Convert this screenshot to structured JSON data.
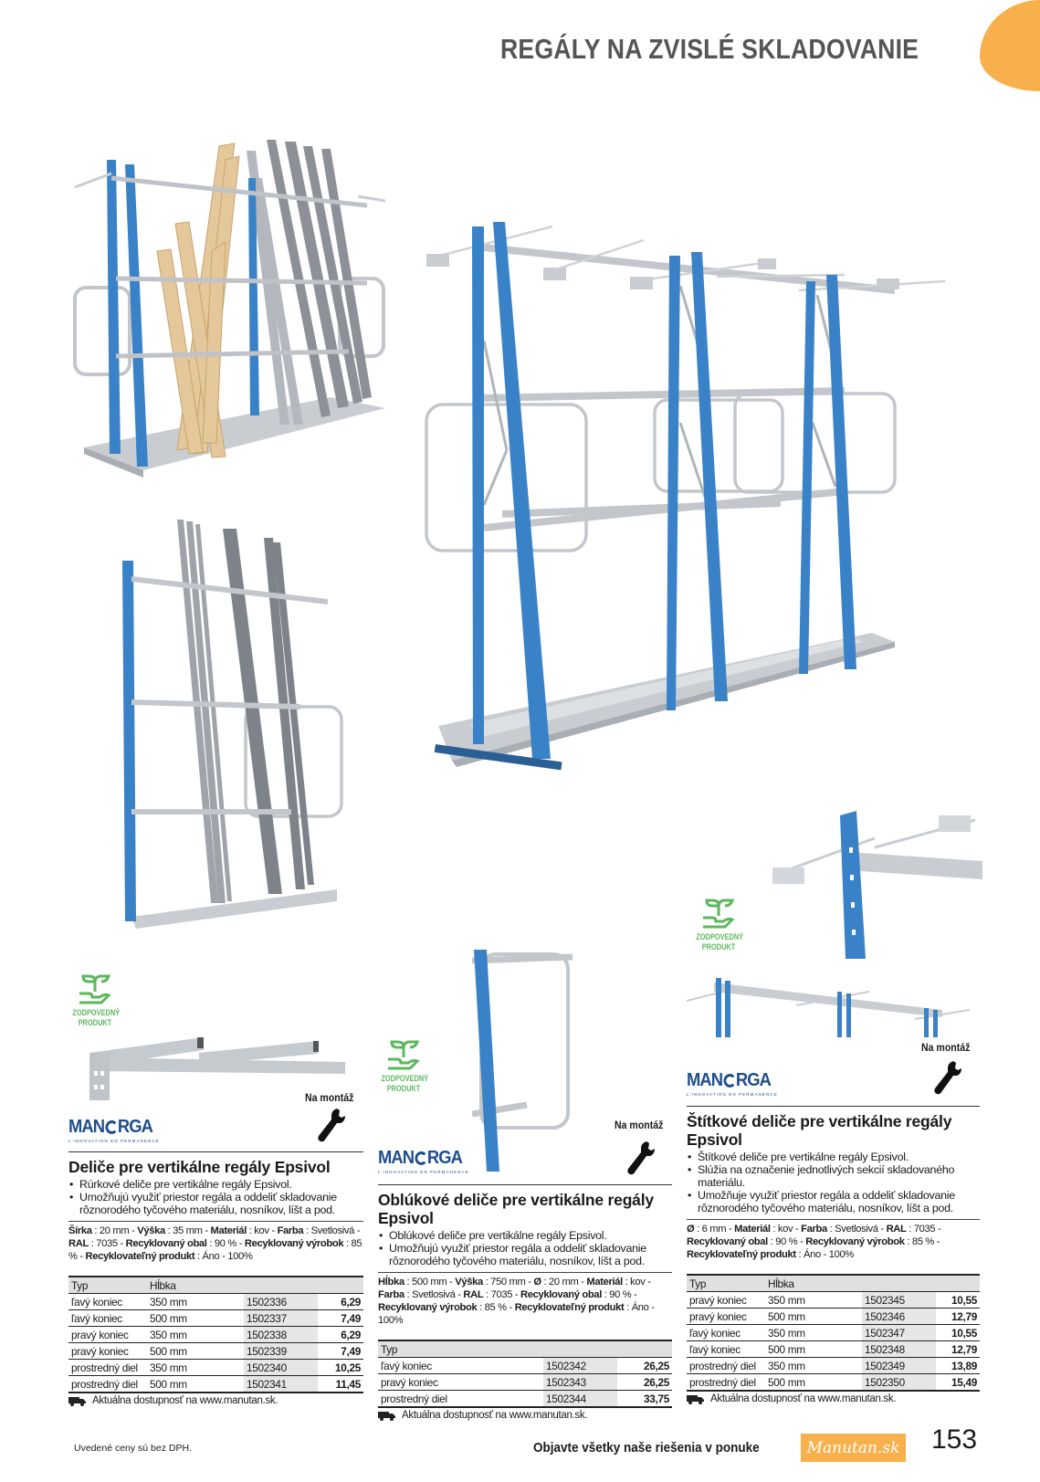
{
  "header": {
    "title": "REGÁLY NA ZVISLÉ SKLADOVANIE"
  },
  "colors": {
    "accent": "#f7b04b",
    "rack_blue": "#3a82c8",
    "eco_green": "#5cb85c",
    "logo_blue": "#1f4e8c"
  },
  "badges": {
    "eco_line1": "ZODPOVEDNÝ",
    "eco_line2": "PRODUKT",
    "assembly": "Na montáž",
    "brand": "MAN",
    "brand2": "RGA",
    "brand_sub": "L'INNOVATION EN PERMANENCE"
  },
  "products": [
    {
      "title": "Deliče pre vertikálne regály Epsivol",
      "bullets": [
        "Rúrkové deliče pre vertikálne regály Epsivol.",
        "Umožňujú využiť priestor regála a oddeliť skladovanie rôznorodého tyčového materiálu, nosníkov, líšt a pod."
      ],
      "specs": [
        [
          "Šírka",
          "20 mm"
        ],
        [
          "Výška",
          "35 mm"
        ],
        [
          "Materiál",
          "kov"
        ],
        [
          "Farba",
          "Svetlosivá"
        ],
        [
          "RAL",
          "7035"
        ],
        [
          "Recyklovaný obal",
          "90 %"
        ],
        [
          "Recyklovaný výrobok",
          "85 %"
        ],
        [
          "Recyklovateľný produkt",
          "Áno - 100%"
        ]
      ],
      "columns": [
        "Typ",
        "Hĺbka"
      ],
      "rows": [
        [
          "ľavý koniec",
          "350 mm",
          "1502336",
          "6,29"
        ],
        [
          "ľavý koniec",
          "500 mm",
          "1502337",
          "7,49"
        ],
        [
          "pravý koniec",
          "350 mm",
          "1502338",
          "6,29"
        ],
        [
          "pravý koniec",
          "500 mm",
          "1502339",
          "7,49"
        ],
        [
          "prostredný diel",
          "350 mm",
          "1502340",
          "10,25"
        ],
        [
          "prostredný diel",
          "500 mm",
          "1502341",
          "11,45"
        ]
      ],
      "availability": "Aktuálna dostupnosť na www.manutan.sk."
    },
    {
      "title": "Oblúkové deliče pre vertikálne regály Epsivol",
      "bullets": [
        "Oblúkové deliče pre vertikálne regály Epsivol.",
        "Umožňujú využiť priestor regála a oddeliť skladovanie rôznorodého tyčového materiálu, nosníkov, líšt a pod."
      ],
      "specs": [
        [
          "Hĺbka",
          "500 mm"
        ],
        [
          "Výška",
          "750 mm"
        ],
        [
          "Ø",
          "20 mm"
        ],
        [
          "Materiál",
          "kov"
        ],
        [
          "Farba",
          "Svetlosivá"
        ],
        [
          "RAL",
          "7035"
        ],
        [
          "Recyklovaný obal",
          "90 %"
        ],
        [
          "Recyklovaný výrobok",
          "85 %"
        ],
        [
          "Recyklovateľný produkt",
          "Áno - 100%"
        ]
      ],
      "columns": [
        "Typ"
      ],
      "rows": [
        [
          "ľavý koniec",
          "1502342",
          "26,25"
        ],
        [
          "pravý koniec",
          "1502343",
          "26,25"
        ],
        [
          "prostredný diel",
          "1502344",
          "33,75"
        ]
      ],
      "availability": "Aktuálna dostupnosť na www.manutan.sk."
    },
    {
      "title": "Štítkové deliče pre vertikálne regály Epsivol",
      "bullets": [
        "Štítkové deliče pre vertikálne regály Epsivol.",
        "Slúžia na označenie jednotlivých sekcií skladovaného materiálu.",
        "Umožňuje využiť priestor regála a oddeliť skladovanie rôznorodého tyčového materiálu, nosníkov, líšt a pod."
      ],
      "specs": [
        [
          "Ø",
          "6 mm"
        ],
        [
          "Materiál",
          "kov"
        ],
        [
          "Farba",
          "Svetlosivá"
        ],
        [
          "RAL",
          "7035"
        ],
        [
          "Recyklovaný obal",
          "90 %"
        ],
        [
          "Recyklovaný výrobok",
          "85 %"
        ],
        [
          "Recyklovateľný produkt",
          "Áno - 100%"
        ]
      ],
      "columns": [
        "Typ",
        "Hĺbka"
      ],
      "rows": [
        [
          "pravý koniec",
          "350 mm",
          "1502345",
          "10,55"
        ],
        [
          "pravý koniec",
          "500 mm",
          "1502346",
          "12,79"
        ],
        [
          "ľavý koniec",
          "350 mm",
          "1502347",
          "10,55"
        ],
        [
          "ľavý koniec",
          "500 mm",
          "1502348",
          "12,79"
        ],
        [
          "prostredný diel",
          "350 mm",
          "1502349",
          "13,89"
        ],
        [
          "prostredný diel",
          "500 mm",
          "1502350",
          "15,49"
        ]
      ],
      "availability": "Aktuálna dostupnosť na www.manutan.sk."
    }
  ],
  "footer": {
    "note": "Uvedené ceny sú bez DPH.",
    "cta": "Objavte všetky naše riešenia v ponuke",
    "badge": "Manutan.sk",
    "page_number": "153"
  }
}
